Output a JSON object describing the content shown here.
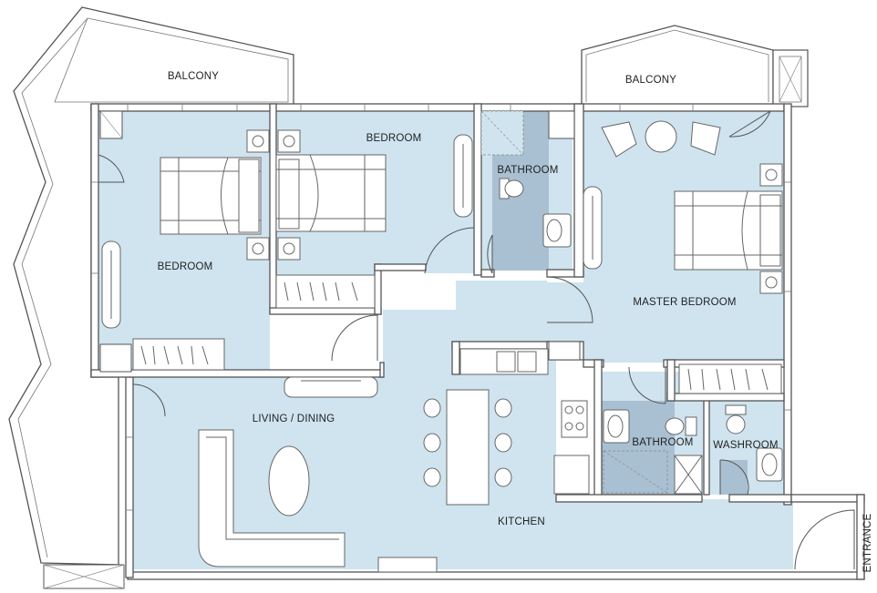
{
  "floorplan": {
    "rooms": {
      "balcony_left": "BALCONY",
      "balcony_right": "BALCONY",
      "bedroom_top": "BEDROOM",
      "bedroom_left": "BEDROOM",
      "bathroom_top": "BATHROOM",
      "master_bedroom": "MASTER BEDROOM",
      "living_dining": "LIVING / DINING",
      "bathroom_bottom": "BATHROOM",
      "washroom": "WASHROOM",
      "kitchen": "KITCHEN",
      "entrance": "ENTRANCE"
    },
    "colors": {
      "floor": "#cfe4ef",
      "wet_area": "#a9c0d2",
      "wall": "#ffffff",
      "line": "#555555"
    }
  }
}
